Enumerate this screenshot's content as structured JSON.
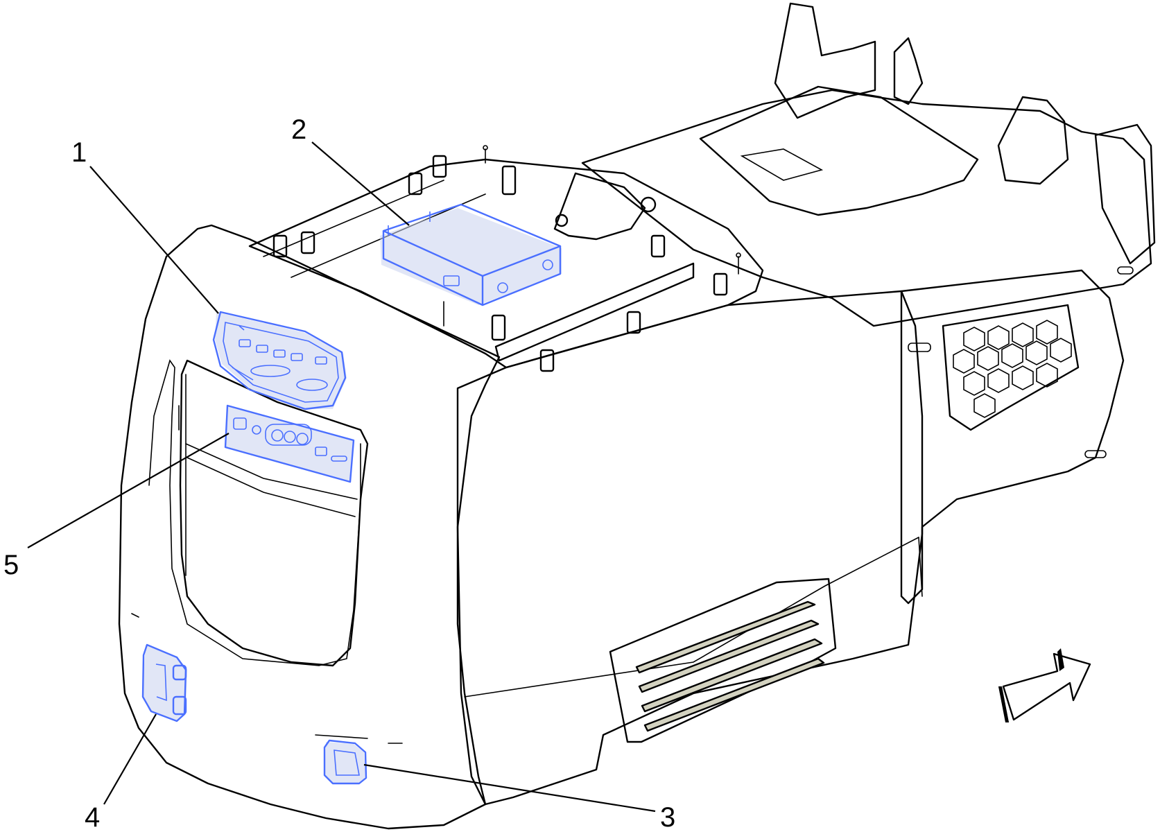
{
  "colors": {
    "body_fill": "#d3d2c0",
    "body_shade": "#c4c3b0",
    "highlight": "#4a6fff",
    "highlight_fill": "#c9d1ee",
    "line": "#000000"
  },
  "callouts": [
    {
      "id": "1",
      "label": "1",
      "target": "rear-climate-control-panel"
    },
    {
      "id": "2",
      "label": "2",
      "target": "top-mounted-control-module"
    },
    {
      "id": "3",
      "label": "3",
      "target": "side-outlet-right"
    },
    {
      "id": "4",
      "label": "4",
      "target": "side-outlet-left"
    },
    {
      "id": "5",
      "label": "5",
      "target": "rear-auxiliary-ports-panel"
    }
  ],
  "direction_arrow": {
    "icon": "forward-direction-arrow-icon"
  }
}
